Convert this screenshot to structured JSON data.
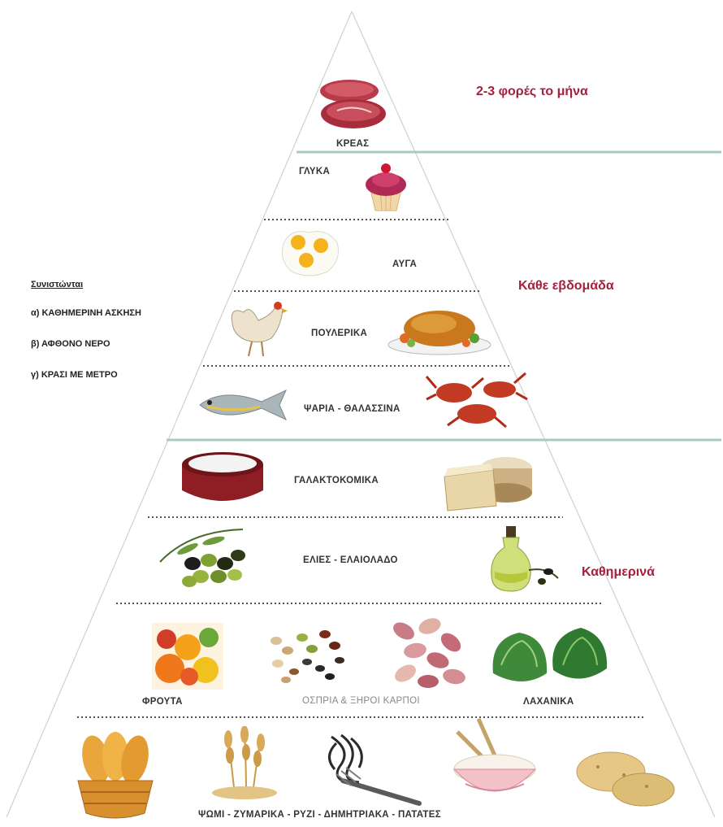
{
  "frequencies": {
    "monthly": "2-3 φορές το μήνα",
    "weekly": "Κάθε εβδομάδα",
    "daily": "Καθημερινά"
  },
  "recommendations": {
    "heading": "Συνιστώνται",
    "items": [
      "α) ΚΑΘΗΜΕΡΙΝΗ ΑΣΚΗΣΗ",
      "β) ΑΦΘΟΝΟ ΝΕΡΟ",
      "γ) ΚΡΑΣΙ ΜΕ ΜΕΤΡΟ"
    ]
  },
  "tiers": {
    "meat": "ΚΡΕΑΣ",
    "sweets": "ΓΛΥΚΑ",
    "eggs": "ΑΥΓΑ",
    "poultry": "ΠΟΥΛΕΡΙΚΑ",
    "fish": "ΨΑΡΙΑ - ΘΑΛΑΣΣΙΝΑ",
    "dairy": "ΓΑΛΑΚΤΟΚΟΜΙΚΑ",
    "olives": "ΕΛΙΕΣ  -  ΕΛΑΙΟΛΑΔΟ",
    "fruits": "ΦΡΟΥΤΑ",
    "legumes": "ΟΣΠΡΙΑ & ΞΗΡΟΙ ΚΑΡΠΟΙ",
    "vegetables": "ΛΑΧΑΝΙΚΑ",
    "grains": "ΨΩΜΙ  -  ΖΥΜΑΡΙΚΑ  -  ΡΥΖΙ  -  ΔΗΜΗΤΡΙΑΚΑ  -  ΠΑΤΑΤΕΣ"
  },
  "colors": {
    "frequency_text": "#a3203f",
    "divider_solid": "#a9c9c3",
    "pyramid_outline": "#d0d0d0"
  }
}
